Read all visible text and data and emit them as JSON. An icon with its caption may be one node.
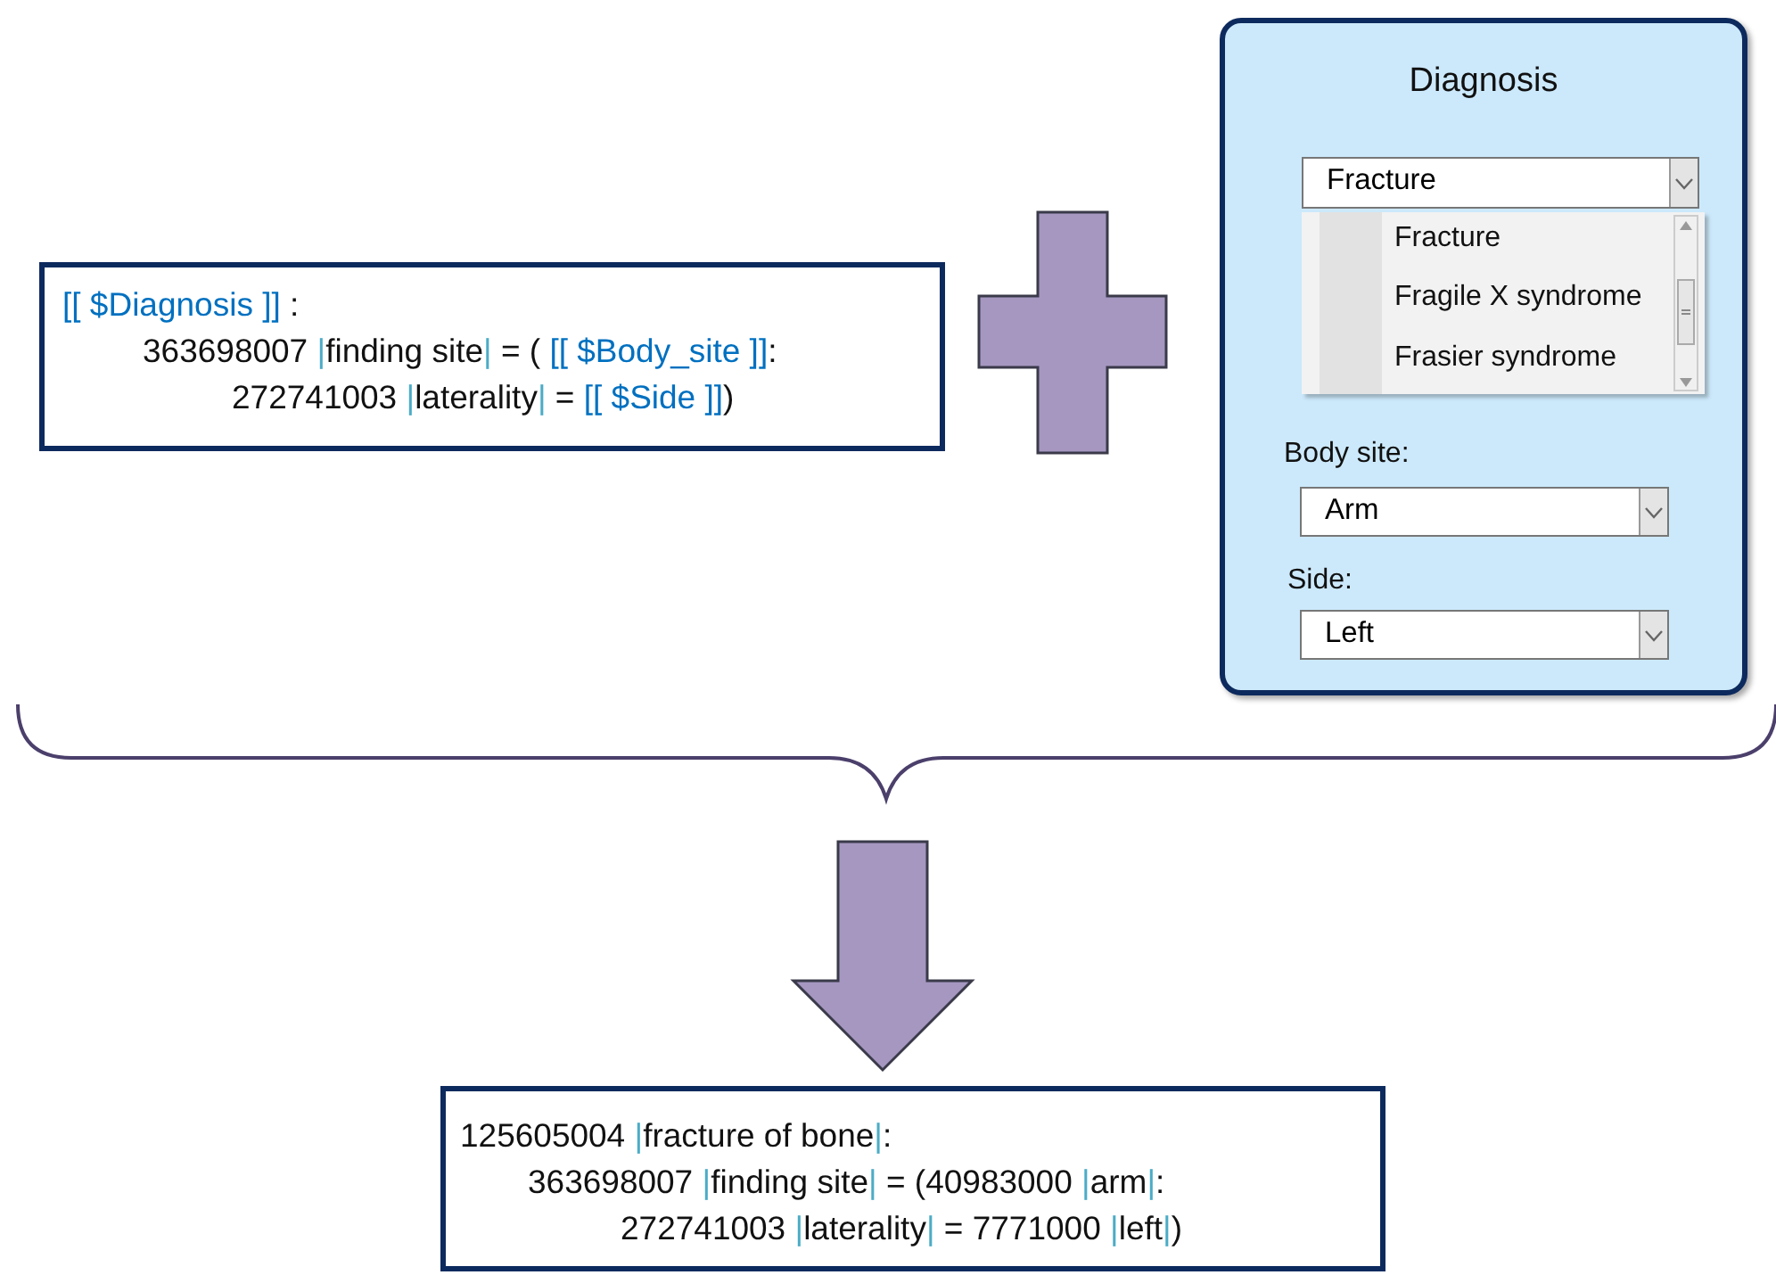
{
  "diagram": {
    "nodes": [
      {
        "text": [
          "[[ $Diagnosis ]] :",
          "363698007 |finding site| = ( [[ $Body_site ]]:",
          "272741003 |laterality| = [[ $Side ]])"
        ]
      },
      {
        "text": [],
        "shape": "cross"
      },
      {
        "text": [
          "Diagnosis"
        ]
      },
      {
        "text": [
          "125605004 |fracture of bone|:",
          "363698007 |finding site| = (40983000 |arm|:",
          "272741003 |laterality| = 7771000 |left|)"
        ]
      }
    ],
    "edges": [
      {
        "from": null,
        "to": 3,
        "arrow": "to"
      }
    ],
    "labels": [
      "Fracture",
      "Fracture",
      "Fragile X syndrome",
      "Frasier syndrome",
      "Body site:",
      "Arm",
      "Side:",
      "Left"
    ]
  }
}
